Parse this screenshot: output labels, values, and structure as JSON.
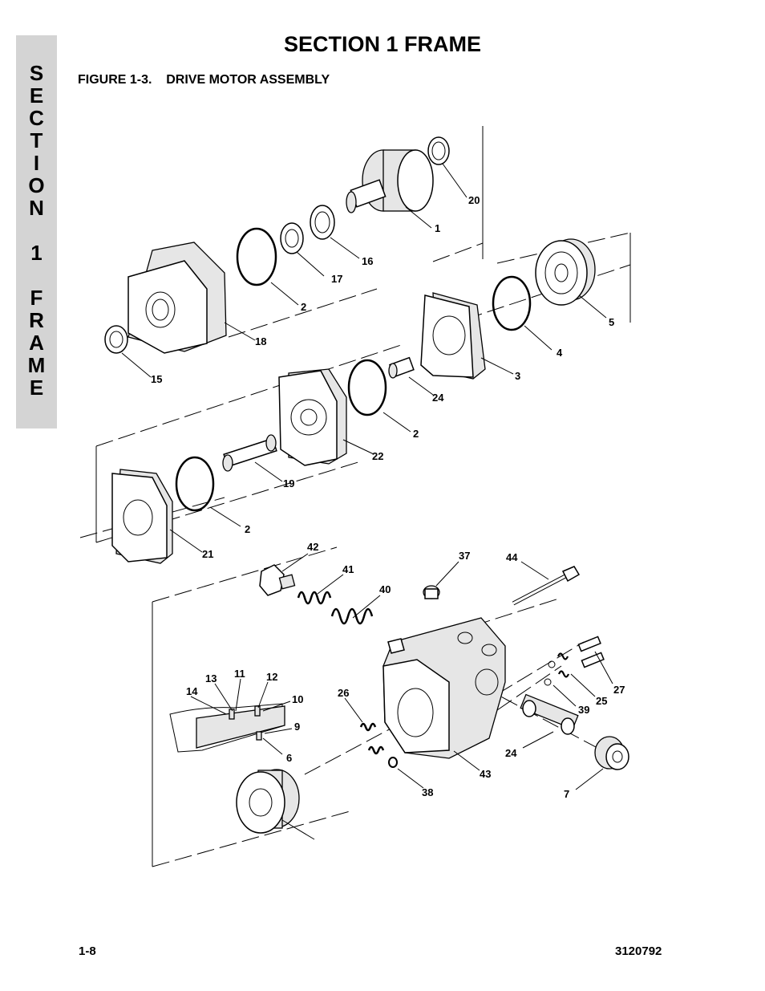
{
  "side_tab": {
    "letters": [
      "S",
      "E",
      "C",
      "T",
      "I",
      "O",
      "N",
      "",
      "1",
      "",
      "F",
      "R",
      "A",
      "M",
      "E"
    ]
  },
  "header": {
    "section_title": "SECTION 1  FRAME",
    "figure_title": "FIGURE 1-3.    DRIVE MOTOR ASSEMBLY"
  },
  "callouts": [
    "20",
    "1",
    "16",
    "17",
    "2",
    "18",
    "15",
    "5",
    "4",
    "3",
    "24",
    "2",
    "22",
    "19",
    "2",
    "21",
    "42",
    "41",
    "40",
    "37",
    "44",
    "14",
    "13",
    "11",
    "12",
    "10",
    "9",
    "6",
    "26",
    "27",
    "25",
    "39",
    "24",
    "43",
    "38",
    "7"
  ],
  "footer": {
    "page_number": "1-8",
    "document_number": "3120792"
  },
  "colors": {
    "side_tab_background": "#d4d4d4",
    "ink": "#000000"
  }
}
